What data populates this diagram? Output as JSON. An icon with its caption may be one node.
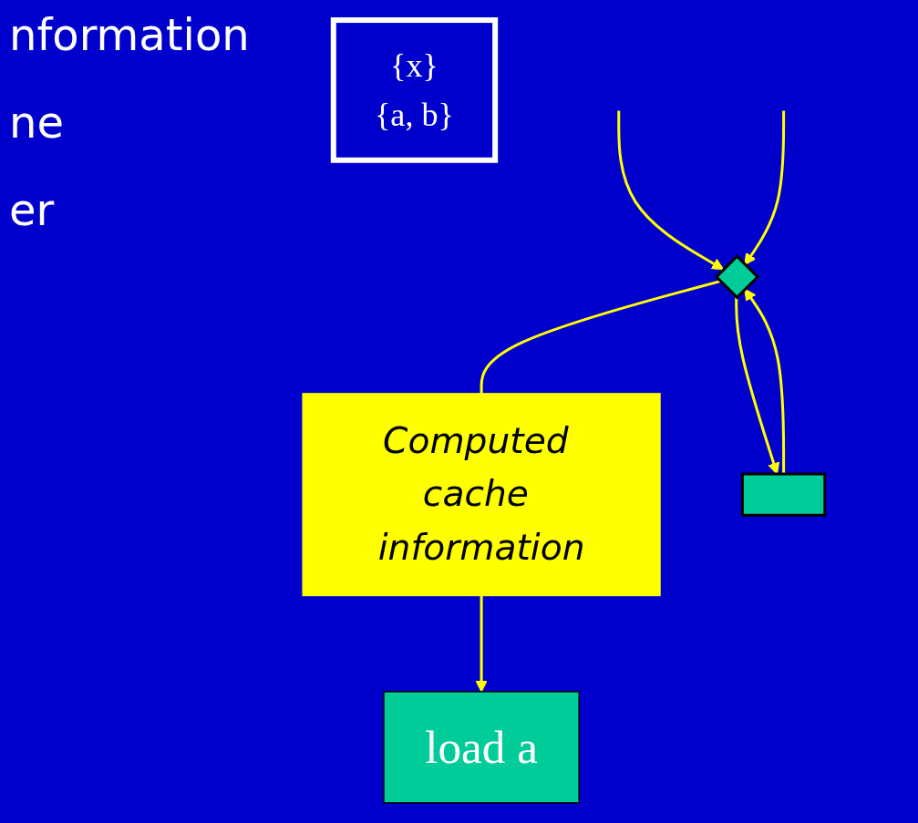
{
  "diagram": {
    "nodes": [
      {
        "text": [],
        "shape": "diamond"
      },
      {
        "text": [
          "Computed cache information"
        ]
      },
      {
        "text": [],
        "shape": "box"
      },
      {
        "text": [
          "load a"
        ]
      },
      {
        "text": [
          "{x}",
          "{a, b}"
        ]
      }
    ],
    "edges": [
      {
        "from": null,
        "to": 0,
        "arrow": "to"
      },
      {
        "from": null,
        "to": 0,
        "arrow": "to"
      },
      {
        "from": 0,
        "to": 2,
        "arrow": "to"
      },
      {
        "from": 2,
        "to": 0,
        "arrow": "to"
      },
      {
        "from": 0,
        "to": 1,
        "arrow": "none"
      },
      {
        "from": 1,
        "to": 3,
        "arrow": "to"
      }
    ],
    "labels": [
      "nformation",
      "ne",
      "er"
    ]
  }
}
